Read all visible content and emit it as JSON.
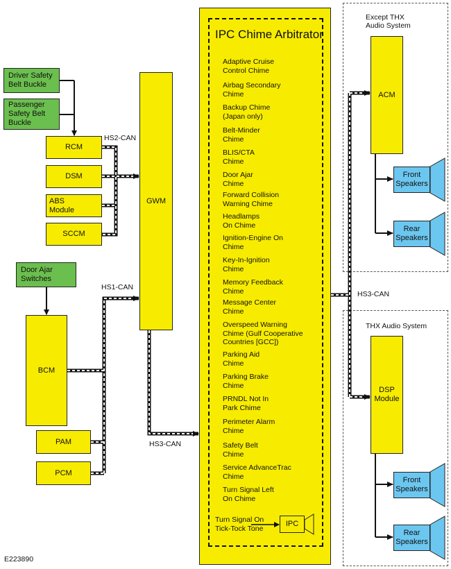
{
  "figure_id": "E223890",
  "inputs": {
    "driver_belt": "Driver Safety\nBelt Buckle",
    "passenger_belt": "Passenger\nSafety Belt\nBuckle",
    "door_ajar": "Door Ajar\nSwitches"
  },
  "modules": {
    "rcm": "RCM",
    "dsm": "DSM",
    "abs": "ABS\nModule",
    "sccm": "SCCM",
    "gwm": "GWM",
    "bcm": "BCM",
    "pam": "PAM",
    "pcm": "PCM",
    "acm": "ACM",
    "dsp": "DSP\nModule",
    "ipc": "IPC"
  },
  "buses": {
    "hs2": "HS2-CAN",
    "hs1": "HS1-CAN",
    "hs3_bottom": "HS3-CAN",
    "hs3_right": "HS3-CAN"
  },
  "ipc": {
    "title": "IPC Chime Arbitrator",
    "chimes": [
      "Adaptive Cruise\nControl Chime",
      "Airbag Secondary\nChime",
      "Backup Chime\n(Japan only)",
      "Belt-Minder\nChime",
      "BLIS/CTA\nChime",
      "Door Ajar\nChime",
      "Forward Collision\nWarning Chime",
      "Headlamps\nOn Chime",
      "Ignition-Engine On\nChime",
      "Key-In-Ignition\nChime",
      "Memory Feedback\nChime",
      "Message Center\nChime",
      "Overspeed Warning\nChime (Gulf Cooperative\nCountries [GCC])",
      "Parking Aid\nChime",
      "Parking Brake\nChime",
      "PRNDL Not In\nPark Chime",
      "Perimeter Alarm\nChime",
      "Safety Belt\nChime",
      "Service AdvanceTrac\nChime",
      "Turn Signal Left\nOn Chime"
    ],
    "tick_tock": "Turn Signal On\nTick-Tock Tone"
  },
  "audio": {
    "except_thx": "Except THX\nAudio System",
    "thx": "THX Audio System",
    "front_speakers": "Front\nSpeakers",
    "rear_speakers": "Rear\nSpeakers"
  },
  "colors": {
    "module_fill": "#f7ec00",
    "input_fill": "#6bbf4e",
    "speaker_fill": "#6cc7f0"
  }
}
